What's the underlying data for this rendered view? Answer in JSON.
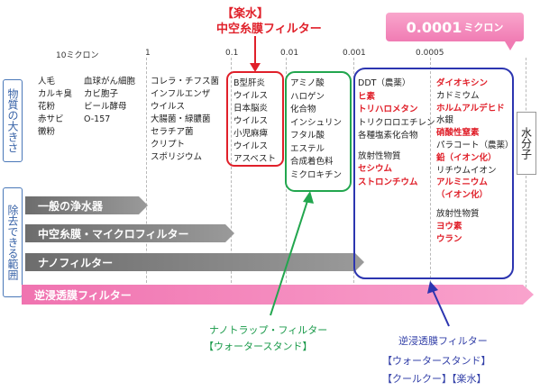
{
  "callout_raku": {
    "line1": "【楽水】",
    "line2": "中空糸膜フィルター"
  },
  "size_badge": {
    "value": "0.0001",
    "unit": "ミクロン"
  },
  "scale_ticks": [
    "10ミクロン",
    "1",
    "0.1",
    "0.01",
    "0.001",
    "0.0005"
  ],
  "side_labels": {
    "size": "物質の大きさ",
    "range": "除去できる範囲"
  },
  "water_molecule": "水分子",
  "columns": {
    "c1": [
      "人毛",
      "カルキ臭",
      "花粉",
      "赤サビ",
      "黴粉"
    ],
    "c2": [
      "血球がん細胞",
      "カビ胞子",
      "ビール酵母",
      "O-157"
    ],
    "c3": [
      "コレラ・チフス菌",
      "インフルエンザ",
      "ウイルス",
      "大腸菌・緑膿菌",
      "セラチア菌",
      "クリプト",
      "スポリジウム"
    ],
    "c4": [
      "B型肝炎",
      "ウイルス",
      "日本脳炎",
      "ウイルス",
      "小児麻痺",
      "ウイルス",
      "アスベスト"
    ],
    "c5": [
      "アミノ酸",
      "ハロゲン",
      "化合物",
      "インシュリン",
      "フタル酸",
      "エステル",
      "合成着色料",
      "ミクロキチン"
    ],
    "c6a": [
      "DDT（農薬）",
      "ヒ素",
      "トリハロメタン",
      "トリクロロエチレン",
      "各種塩素化合物",
      "",
      "放射性物質",
      "セシウム",
      "ストロンチウム"
    ],
    "c6b": [
      "ダイオキシン",
      "カドミウム",
      "ホルムアルデヒド",
      "水銀",
      "硝酸性窒素",
      "パラコート（農薬）",
      "鉛（イオン化）",
      "リチウムイオン",
      "アルミニウム",
      "（イオン化）",
      "",
      "放射性物質",
      "ヨウ素",
      "ウラン"
    ]
  },
  "red_items": [
    "ヒ素",
    "トリハロメタン",
    "セシウム",
    "ストロンチウム",
    "ダイオキシン",
    "ホルムアルデヒド",
    "硝酸性窒素",
    "鉛（イオン化）",
    "アルミニウム",
    "（イオン化）",
    "ヨウ素",
    "ウラン"
  ],
  "bars": [
    {
      "label": "一般の浄水器"
    },
    {
      "label": "中空糸膜・マイクロフィルター"
    },
    {
      "label": "ナノフィルター"
    },
    {
      "label": "逆浸透膜フィルター"
    }
  ],
  "nano_trap": {
    "line1": "ナノトラップ・フィルター",
    "line2": "【ウォータースタンド】"
  },
  "reverse_osmosis": {
    "line1": "逆浸透膜フィルター",
    "line2": "【ウォータースタンド】",
    "line3": "【クールクー】【楽水】"
  }
}
